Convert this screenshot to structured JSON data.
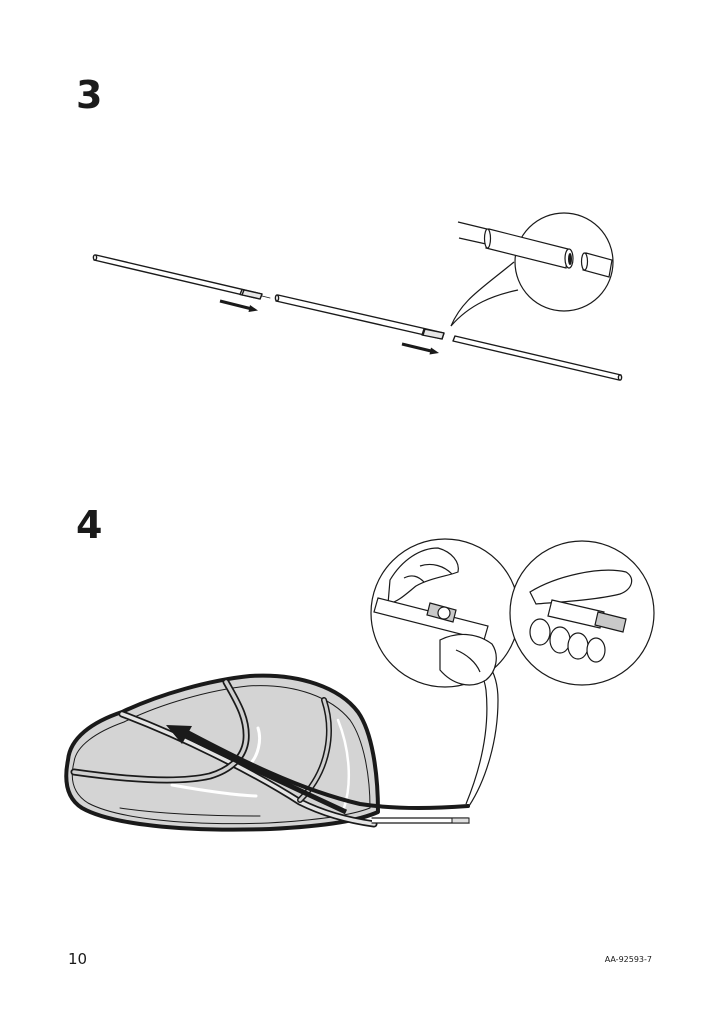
{
  "steps": {
    "step3": {
      "number": "3"
    },
    "step4": {
      "number": "4"
    }
  },
  "footer": {
    "page_number": "10",
    "doc_code": "AA-92593-7"
  }
}
